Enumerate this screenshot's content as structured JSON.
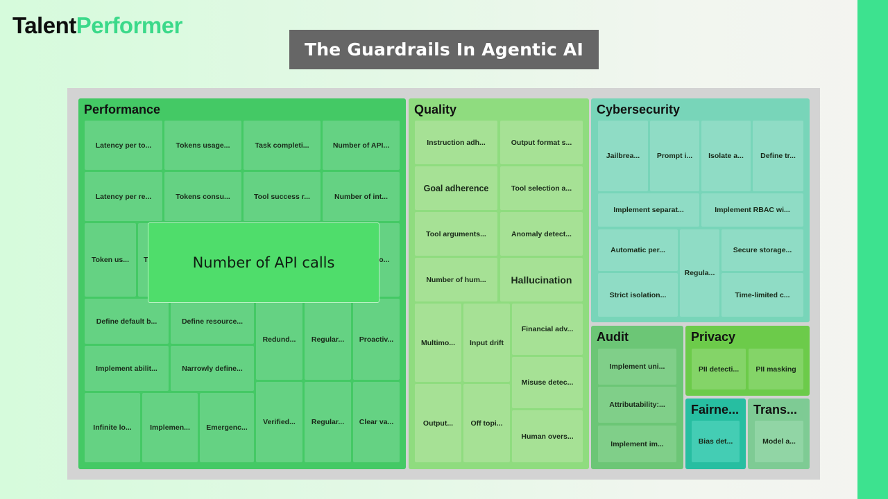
{
  "brand": {
    "part1": "Talent",
    "part2": "Performer"
  },
  "header": {
    "title": "The Guardrails In Agentic AI"
  },
  "tooltip": {
    "text": "Number of API calls"
  },
  "chart_data": {
    "type": "treemap",
    "title": "The Guardrails In Agentic AI",
    "groups": [
      {
        "name": "Performance",
        "label": "Performance",
        "color": "#44c965",
        "tile_color": "#65d283",
        "items": [
          "Latency per to...",
          "Tokens usage...",
          "Task completi...",
          "Number of API...",
          "Latency per re...",
          "Tokens consu...",
          "Tool success r...",
          "Number of int...",
          "Token us...",
          "T...",
          "...lo...",
          "Define default b...",
          "Define resource...",
          "Redund...",
          "Regular...",
          "Proactiv...",
          "Implement abilit...",
          "Narrowly define...",
          "Infinite lo...",
          "Implemen...",
          "Emergenc...",
          "Verified...",
          "Regular...",
          "Clear va..."
        ]
      },
      {
        "name": "Quality",
        "label": "Quality",
        "color": "#8fdc7f",
        "tile_color": "#a6e195",
        "items": [
          "Instruction adh...",
          "Output format s...",
          "Goal adherence",
          "Tool selection a...",
          "Tool arguments...",
          "Anomaly detect...",
          "Number of hum...",
          "Hallucination",
          "Multimo...",
          "Input drift",
          "Financial adv...",
          "Misuse detec...",
          "Output...",
          "Off topi...",
          "Human overs..."
        ]
      },
      {
        "name": "Cybersecurity",
        "label": "Cybersecurity",
        "color": "#78d5b9",
        "tile_color": "#8fdcc5",
        "items": [
          "Jailbrea...",
          "Prompt i...",
          "Isolate a...",
          "Define tr...",
          "Implement separat...",
          "Implement RBAC wi...",
          "Automatic per...",
          "Regula...",
          "Secure storage...",
          "Strict isolation...",
          "Time-limited c..."
        ]
      },
      {
        "name": "Audit",
        "label": "Audit",
        "color": "#6cc676",
        "tile_color": "#80cf89",
        "items": [
          "Implement uni...",
          "Attributability:...",
          "Implement im..."
        ]
      },
      {
        "name": "Privacy",
        "label": "Privacy",
        "color": "#6ccb4a",
        "tile_color": "#84d468",
        "items": [
          "PII detecti...",
          "PII masking"
        ]
      },
      {
        "name": "Fairness",
        "label": "Fairne...",
        "color": "#27bea1",
        "tile_color": "#44cdb4",
        "items": [
          "Bias det..."
        ]
      },
      {
        "name": "Transparency",
        "label": "Trans...",
        "color": "#7ecb94",
        "tile_color": "#91d5a5",
        "items": [
          "Model a..."
        ]
      }
    ]
  }
}
